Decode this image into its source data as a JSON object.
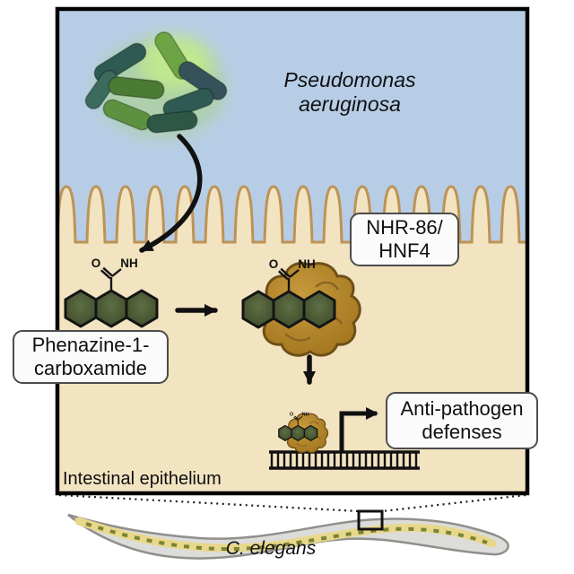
{
  "figure": {
    "bacteria_label": {
      "line1": "Pseudomonas",
      "line2": "aeruginosa"
    },
    "ligand_label": {
      "line1": "Phenazine-1-",
      "line2": "carboxamide"
    },
    "receptor_label": {
      "line1": "NHR-86/",
      "line2": "HNF4"
    },
    "outcome_label": {
      "line1": "Anti-pathogen",
      "line2": "defenses"
    },
    "tissue_label": "Intestinal epithelium",
    "organism_label": "C. elegans",
    "molecule_atoms": {
      "oxygen": "O",
      "amide": "NH"
    }
  },
  "colors": {
    "extracellular": "#b7cde6",
    "epithelium": "#f2e3c1",
    "membrane_outline": "#bd9355",
    "hexagon": "#47552f",
    "protein": "#b5862f",
    "arrow": "#111111",
    "label_border": "#4c4c4c",
    "worm_body": "#dcdcda",
    "worm_gut": "#e8d88c"
  },
  "icons": {
    "bacteria": "rod-shaped-bacteria-cluster",
    "ligand": "three-fused-hexagon-molecule",
    "receptor": "lumpy-protein-blob",
    "dna": "ladder-bar",
    "transcription": "bent-promoter-arrow",
    "organism": "nematode-worm"
  }
}
